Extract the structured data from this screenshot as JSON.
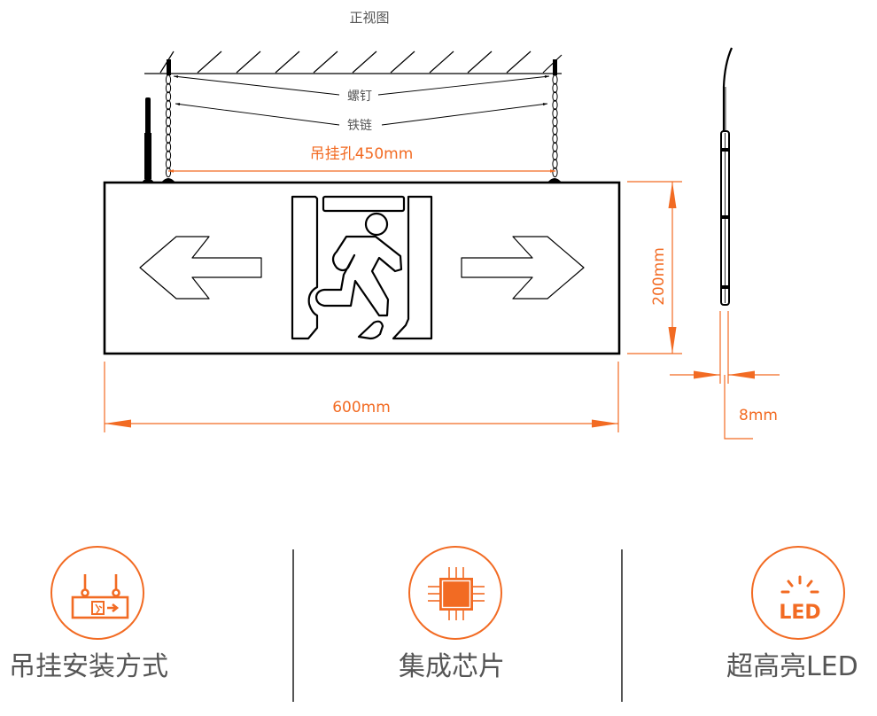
{
  "drawing": {
    "view_title": "正视图",
    "labels": {
      "screw": "螺钉",
      "chain": "铁链"
    },
    "dimensions": {
      "hanging_hole": "吊挂孔450mm",
      "width": "600mm",
      "height": "200mm",
      "thickness": "8mm"
    },
    "accent_color": "#f26b23",
    "line_color": "#000000"
  },
  "features": [
    {
      "icon": "hanging-exit-sign-icon",
      "label": "吊挂安装方式"
    },
    {
      "icon": "chip-icon",
      "label": "集成芯片"
    },
    {
      "icon": "led-icon",
      "label": "超高亮LED",
      "icon_text": "LED"
    }
  ]
}
